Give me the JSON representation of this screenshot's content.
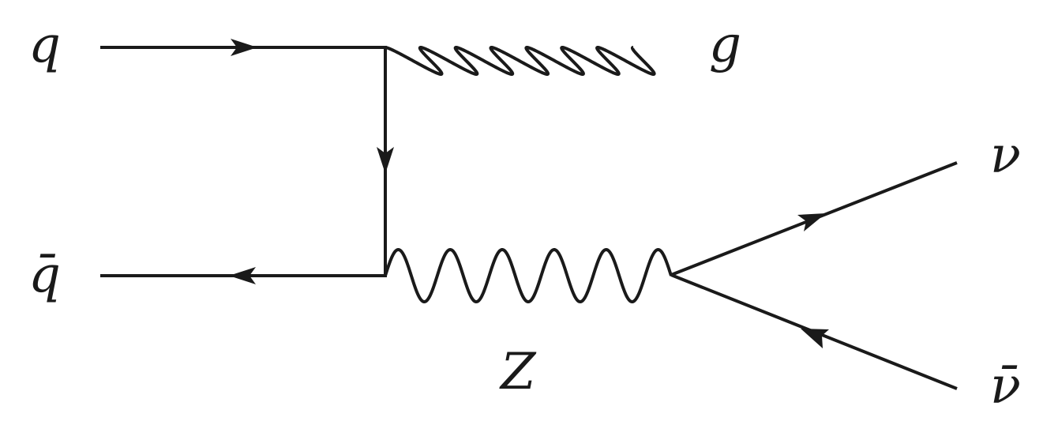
{
  "diagram": {
    "labels": {
      "quark": "q",
      "antiquark": "q̄",
      "gluon": "g",
      "z_boson": "Z",
      "neutrino": "ν",
      "antineutrino": "ν̄"
    }
  }
}
